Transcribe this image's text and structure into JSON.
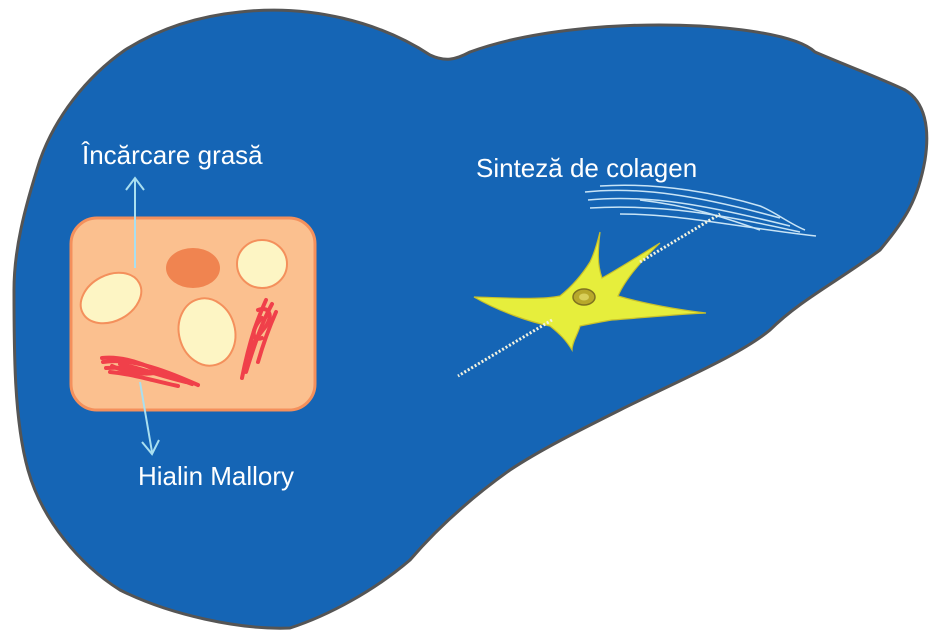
{
  "labels": {
    "fat_loading": "Încărcare grasă",
    "collagen_synthesis": "Sinteză de colagen",
    "mallory_hyaline": "Hialin Mallory"
  },
  "colors": {
    "liver": "#1565b5",
    "liver_outline": "#555555",
    "hepatocyte_fill": "#fbc08f",
    "hepatocyte_border": "#f4905c",
    "fat_droplet": "#fdf5c4",
    "nucleus": "#f08450",
    "mallory": "#f0404a",
    "stellate_cell": "#e6ee3c",
    "arrow": "#a9dff0",
    "collagen_fibers": "#c8e4f6"
  }
}
